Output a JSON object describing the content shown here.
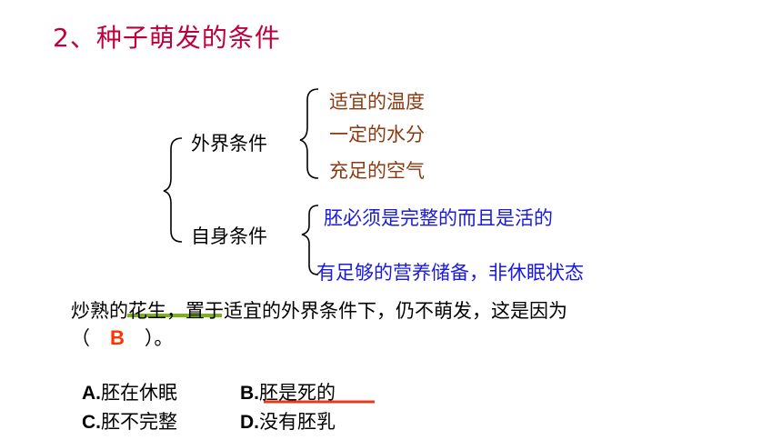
{
  "title": "2、种子萌发的条件",
  "tree": {
    "external": {
      "label": "外界条件",
      "items": [
        "适宜的温度",
        "一定的水分",
        "充足的空气"
      ]
    },
    "internal": {
      "label": "自身条件",
      "items": [
        "胚必须是完整的而且是活的",
        "有足够的营养储备，非休眠状态"
      ]
    }
  },
  "question": {
    "line1": "炒熟的花生，置于适宜的外界条件下，仍不萌发，这是因为",
    "paren_open": "（",
    "answer": "B",
    "paren_close": "）。"
  },
  "options": [
    {
      "letter": "A.",
      "text": "胚在休眠"
    },
    {
      "letter": "B.",
      "text": "胚是死的"
    },
    {
      "letter": "C.",
      "text": "胚不完整"
    },
    {
      "letter": "D.",
      "text": "没有胚乳"
    }
  ],
  "colors": {
    "title": "#c0003c",
    "external_items": "#8a3a12",
    "internal_items": "#1a1ae0",
    "answer": "#ff3300",
    "highlight_green": "#7ab317",
    "underline_red": "#e83a1a"
  }
}
